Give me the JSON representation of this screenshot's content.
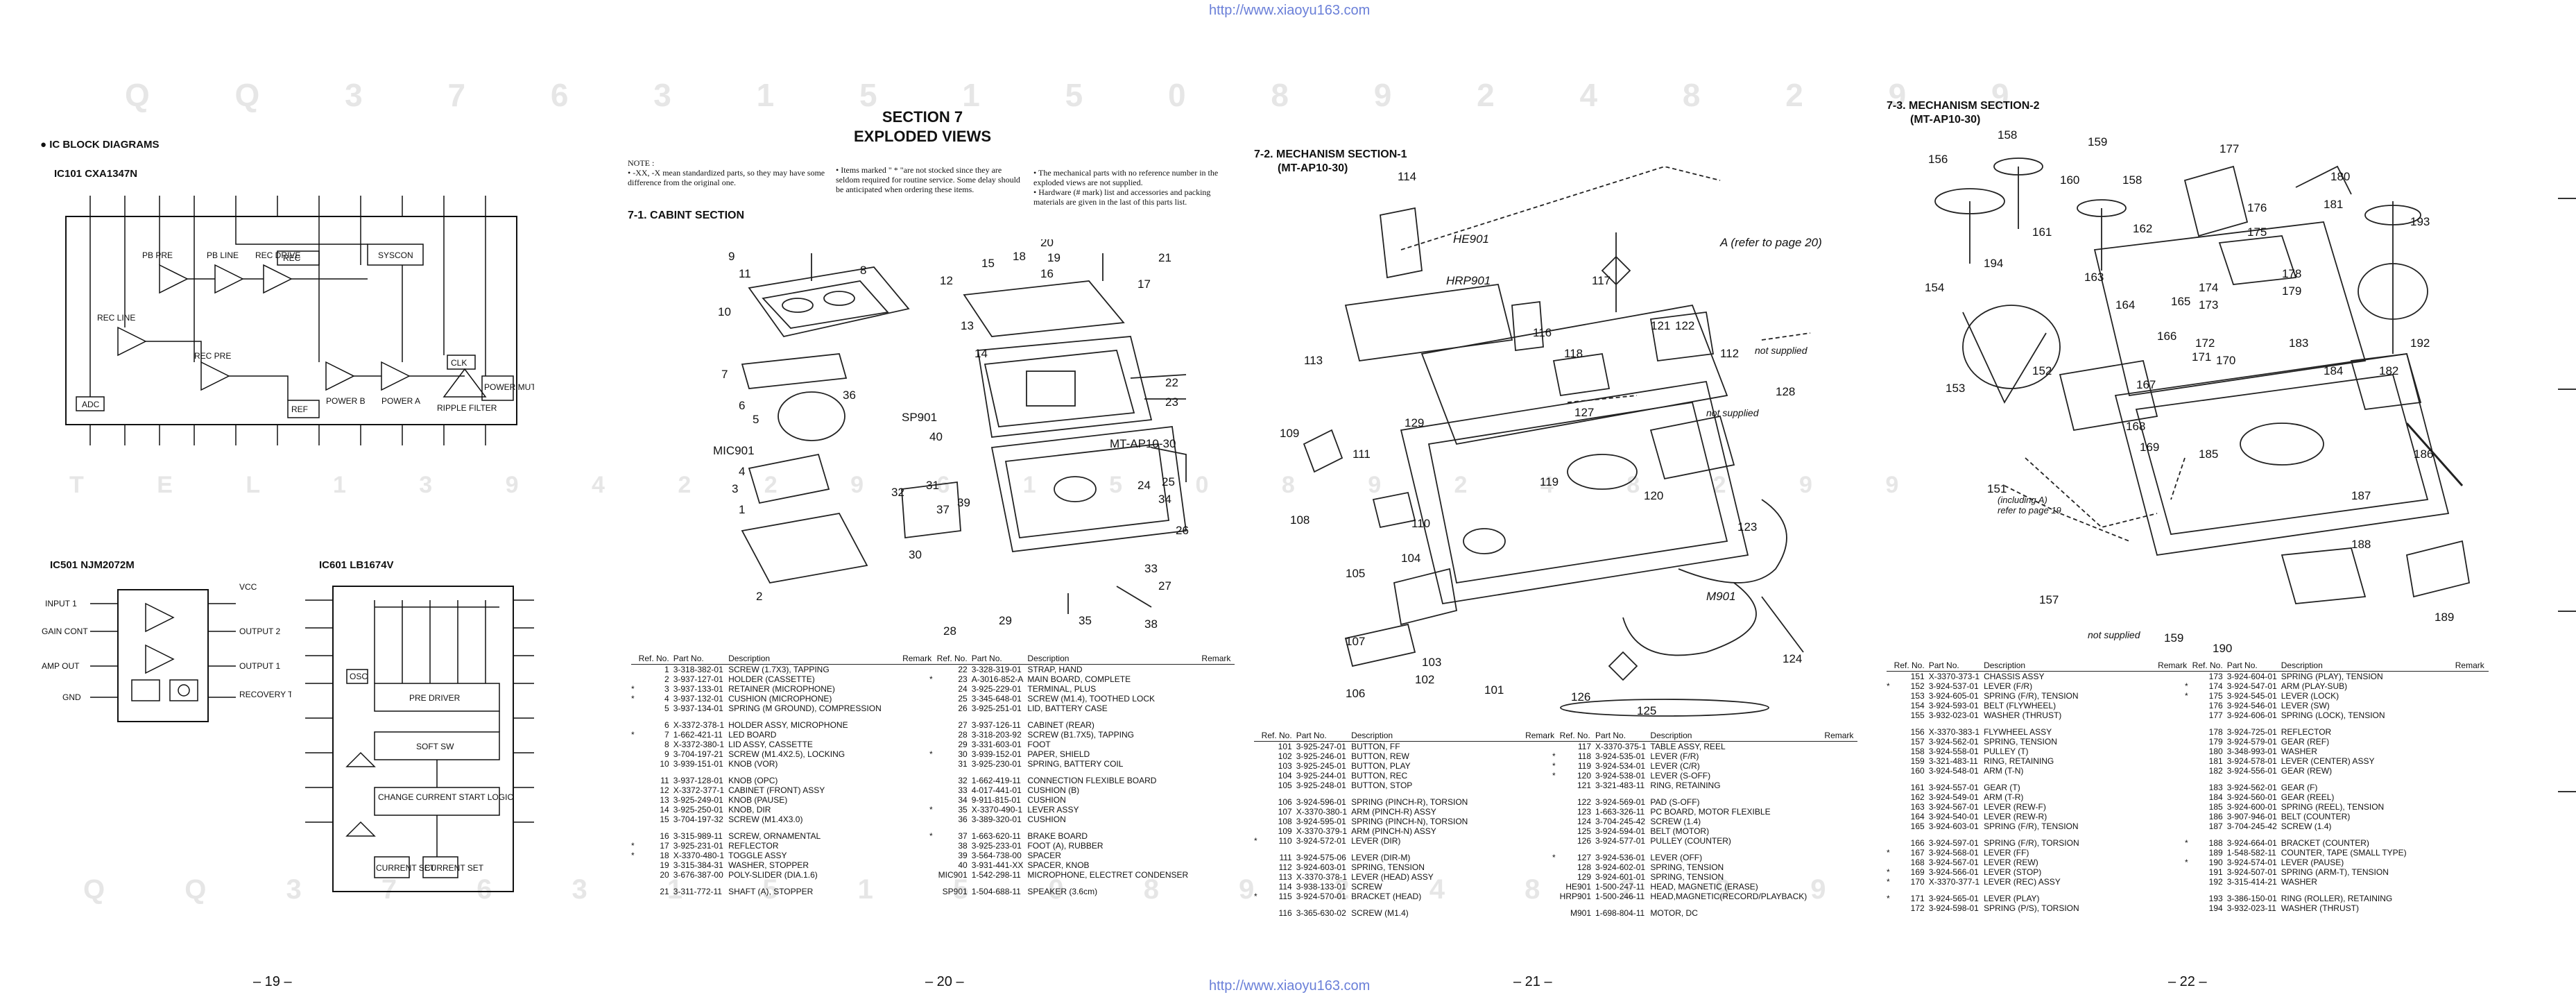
{
  "watermark_top": "http://www.xiaoyu163.com",
  "watermark_bottom": "http://www.xiaoyu163.com",
  "background_code_row1": "Q Q 3 7 6 3 1 5 1 5 0 8 9 2 4 8 2 9 9",
  "background_code_row2": "T E L 1 3 9 4 2 2 9 6 1 5 0 8 9 2 4 8 2 9 9",
  "page19": {
    "heading": "IC BLOCK DIAGRAMS",
    "ic101_title": "IC101 CXA1347N",
    "ic501_title": "IC501 NJM2072M",
    "ic601_title": "IC601 LB1674V",
    "ic101_blocks": [
      "PB PRE",
      "PB LINE",
      "REC DRIVE",
      "REC",
      "SYSCON",
      "REC LINE",
      "REC PRE",
      "REF",
      "POWER B",
      "POWER A",
      "CLK",
      "RIPPLE FILTER",
      "POWER MUTE",
      "ADC"
    ],
    "ic501_pins": [
      "INPUT 1",
      "GAIN CONT",
      "AMP OUT",
      "GND",
      "VCC",
      "OUTPUT 2",
      "OUTPUT 1",
      "RECOVERY TIME CAP"
    ],
    "ic601_blocks": [
      "PRE DRIVER",
      "SOFT SW",
      "OSC",
      "CHANGE CURRENT START LOGIC",
      "CURRENT SET",
      "CURRENT SET"
    ],
    "page_number": "– 19 –"
  },
  "page20": {
    "section": "SECTION 7",
    "section_title": "EXPLODED VIEWS",
    "note_head": "NOTE :",
    "note1": "• -XX, -X mean standardized parts, so they may have some difference from the original one.",
    "note2": "• Items marked \" * \"are not stocked since they are seldom required for routine service. Some delay should be anticipated when ordering these items.",
    "note3": "• The mechanical parts with no reference number in the exploded views are not supplied.",
    "note4": "• Hardware (# mark) list and accessories and packing materials are given in the last of this parts list.",
    "subsection": "7-1. CABINT SECTION",
    "fig_labels": [
      "8",
      "9",
      "11",
      "10",
      "7",
      "36",
      "6",
      "5",
      "4",
      "3",
      "MIC901",
      "1",
      "2",
      "15",
      "18",
      "20",
      "19",
      "16",
      "21",
      "17",
      "12",
      "13",
      "14",
      "22",
      "23",
      "SP901",
      "40",
      "MT-AP10-30",
      "31",
      "39",
      "37",
      "30",
      "32",
      "24",
      "34",
      "25",
      "26",
      "27",
      "33",
      "28",
      "29",
      "38",
      "35"
    ],
    "page_number": "– 20 –"
  },
  "page21": {
    "subsection": "7-2. MECHANISM SECTION-1",
    "subsection2": "(MT-AP10-30)",
    "fig_labels": [
      "114",
      "HE901",
      "HRP901",
      "113",
      "A (refer to page 20)",
      "117",
      "116",
      "118",
      "121",
      "122",
      "112",
      "not supplied",
      "not supplied",
      "128",
      "127",
      "109",
      "129",
      "111",
      "110",
      "119",
      "120",
      "108",
      "105",
      "104",
      "107",
      "103",
      "102",
      "101",
      "106",
      "M901",
      "123",
      "124",
      "126",
      "125"
    ],
    "page_number": "– 21 –"
  },
  "page22": {
    "subsection": "7-3. MECHANISM SECTION-2",
    "subsection2": "(MT-AP10-30)",
    "fig_labels": [
      "156",
      "158",
      "159",
      "160",
      "161",
      "158",
      "177",
      "176",
      "175",
      "162",
      "163",
      "164",
      "165",
      "166",
      "194",
      "154",
      "153",
      "152",
      "167",
      "168",
      "169",
      "170",
      "171",
      "172",
      "173",
      "174",
      "178",
      "179",
      "180",
      "181",
      "183",
      "184",
      "182",
      "192",
      "193",
      "186",
      "187",
      "188",
      "189",
      "185",
      "151",
      "157",
      "not supplied",
      "190",
      "159",
      "refer to page 19",
      "(including A)"
    ],
    "page_number": "– 22 –"
  },
  "table_headers": {
    "ref": "Ref. No.",
    "part": "Part No.",
    "desc": "Description",
    "remark": "Remark"
  },
  "parts_p20_left": [
    [
      "",
      "1",
      "3-318-382-01",
      "SCREW (1.7X3), TAPPING"
    ],
    [
      "",
      "2",
      "3-937-127-01",
      "HOLDER (CASSETTE)"
    ],
    [
      "*",
      "3",
      "3-937-133-01",
      "RETAINER (MICROPHONE)"
    ],
    [
      "*",
      "4",
      "3-937-132-01",
      "CUSHION (MICROPHONE)"
    ],
    [
      "",
      "5",
      "3-937-134-01",
      "SPRING (M GROUND), COMPRESSION"
    ],
    [
      "gap"
    ],
    [
      "",
      "6",
      "X-3372-378-1",
      "HOLDER ASSY, MICROPHONE"
    ],
    [
      "*",
      "7",
      "1-662-421-11",
      "LED BOARD"
    ],
    [
      "",
      "8",
      "X-3372-380-1",
      "LID ASSY, CASSETTE"
    ],
    [
      "",
      "9",
      "3-704-197-21",
      "SCREW (M1.4X2.5), LOCKING"
    ],
    [
      "",
      "10",
      "3-939-151-01",
      "KNOB (VOR)"
    ],
    [
      "gap"
    ],
    [
      "",
      "11",
      "3-937-128-01",
      "KNOB (OPC)"
    ],
    [
      "",
      "12",
      "X-3372-377-1",
      "CABINET (FRONT) ASSY"
    ],
    [
      "",
      "13",
      "3-925-249-01",
      "KNOB (PAUSE)"
    ],
    [
      "",
      "14",
      "3-925-250-01",
      "KNOB, DIR"
    ],
    [
      "",
      "15",
      "3-704-197-32",
      "SCREW (M1.4X3.0)"
    ],
    [
      "gap"
    ],
    [
      "",
      "16",
      "3-315-989-11",
      "SCREW, ORNAMENTAL"
    ],
    [
      "*",
      "17",
      "3-925-231-01",
      "REFLECTOR"
    ],
    [
      "*",
      "18",
      "X-3370-480-1",
      "TOGGLE ASSY"
    ],
    [
      "",
      "19",
      "3-315-384-31",
      "WASHER, STOPPER"
    ],
    [
      "",
      "20",
      "3-676-387-00",
      "POLY-SLIDER (DIA.1.6)"
    ],
    [
      "gap"
    ],
    [
      "",
      "21",
      "3-311-772-11",
      "SHAFT (A), STOPPER"
    ]
  ],
  "parts_p20_right": [
    [
      "",
      "22",
      "3-328-319-01",
      "STRAP, HAND"
    ],
    [
      "*",
      "23",
      "A-3016-852-A",
      "MAIN BOARD, COMPLETE"
    ],
    [
      "",
      "24",
      "3-925-229-01",
      "TERMINAL, PLUS"
    ],
    [
      "",
      "25",
      "3-345-648-01",
      "SCREW (M1.4), TOOTHED LOCK"
    ],
    [
      "",
      "26",
      "3-925-251-01",
      "LID, BATTERY CASE"
    ],
    [
      "gap"
    ],
    [
      "",
      "27",
      "3-937-126-11",
      "CABINET (REAR)"
    ],
    [
      "",
      "28",
      "3-318-203-92",
      "SCREW (B1.7X5), TAPPING"
    ],
    [
      "",
      "29",
      "3-331-603-01",
      "FOOT"
    ],
    [
      "*",
      "30",
      "3-939-152-01",
      "PAPER, SHIELD"
    ],
    [
      "",
      "31",
      "3-925-230-01",
      "SPRING, BATTERY COIL"
    ],
    [
      "gap"
    ],
    [
      "",
      "32",
      "1-662-419-11",
      "CONNECTION FLEXIBLE BOARD"
    ],
    [
      "",
      "33",
      "4-017-441-01",
      "CUSHION (B)"
    ],
    [
      "",
      "34",
      "9-911-815-01",
      "CUSHION"
    ],
    [
      "*",
      "35",
      "X-3370-490-1",
      "LEVER ASSY"
    ],
    [
      "",
      "36",
      "3-389-320-01",
      "CUSHION"
    ],
    [
      "gap"
    ],
    [
      "*",
      "37",
      "1-663-620-11",
      "BRAKE BOARD"
    ],
    [
      "",
      "38",
      "3-925-233-01",
      "FOOT (A), RUBBER"
    ],
    [
      "",
      "39",
      "3-564-738-00",
      "SPACER"
    ],
    [
      "",
      "40",
      "3-931-441-XX",
      "SPACER, KNOB"
    ],
    [
      "",
      "MIC901",
      "1-542-298-11",
      "MICROPHONE, ELECTRET CONDENSER"
    ],
    [
      "gap"
    ],
    [
      "",
      "SP901",
      "1-504-688-11",
      "SPEAKER (3.6cm)"
    ]
  ],
  "parts_p21_left": [
    [
      "",
      "101",
      "3-925-247-01",
      "BUTTON, FF"
    ],
    [
      "",
      "102",
      "3-925-246-01",
      "BUTTON, REW"
    ],
    [
      "",
      "103",
      "3-925-245-01",
      "BUTTON, PLAY"
    ],
    [
      "",
      "104",
      "3-925-244-01",
      "BUTTON, REC"
    ],
    [
      "",
      "105",
      "3-925-248-01",
      "BUTTON, STOP"
    ],
    [
      "gap"
    ],
    [
      "",
      "106",
      "3-924-596-01",
      "SPRING (PINCH-R), TORSION"
    ],
    [
      "",
      "107",
      "X-3370-380-1",
      "ARM (PINCH-R) ASSY"
    ],
    [
      "",
      "108",
      "3-924-595-01",
      "SPRING (PINCH-N), TORSION"
    ],
    [
      "",
      "109",
      "X-3370-379-1",
      "ARM (PINCH-N) ASSY"
    ],
    [
      "*",
      "110",
      "3-924-572-01",
      "LEVER (DIR)"
    ],
    [
      "gap"
    ],
    [
      "",
      "111",
      "3-924-575-06",
      "LEVER (DIR-M)"
    ],
    [
      "",
      "112",
      "3-924-603-01",
      "SPRING, TENSION"
    ],
    [
      "",
      "113",
      "X-3370-378-1",
      "LEVER (HEAD) ASSY"
    ],
    [
      "",
      "114",
      "3-938-133-01",
      "SCREW"
    ],
    [
      "*",
      "115",
      "3-924-570-01",
      "BRACKET (HEAD)"
    ],
    [
      "gap"
    ],
    [
      "",
      "116",
      "3-365-630-02",
      "SCREW (M1.4)"
    ]
  ],
  "parts_p21_right": [
    [
      "",
      "117",
      "X-3370-375-1",
      "TABLE ASSY, REEL"
    ],
    [
      "*",
      "118",
      "3-924-535-01",
      "LEVER (F/R)"
    ],
    [
      "*",
      "119",
      "3-924-534-01",
      "LEVER (C/R)"
    ],
    [
      "*",
      "120",
      "3-924-538-01",
      "LEVER (S-OFF)"
    ],
    [
      "",
      "121",
      "3-321-483-11",
      "RING, RETAINING"
    ],
    [
      "gap"
    ],
    [
      "",
      "122",
      "3-924-569-01",
      "PAD (S-OFF)"
    ],
    [
      "",
      "123",
      "1-663-326-11",
      "PC BOARD, MOTOR FLEXIBLE"
    ],
    [
      "",
      "124",
      "3-704-245-42",
      "SCREW (1.4)"
    ],
    [
      "",
      "125",
      "3-924-594-01",
      "BELT (MOTOR)"
    ],
    [
      "",
      "126",
      "3-924-577-01",
      "PULLEY (COUNTER)"
    ],
    [
      "gap"
    ],
    [
      "*",
      "127",
      "3-924-536-01",
      "LEVER (OFF)"
    ],
    [
      "",
      "128",
      "3-924-602-01",
      "SPRING, TENSION"
    ],
    [
      "",
      "129",
      "3-924-601-01",
      "SPRING, TENSION"
    ],
    [
      "",
      "HE901",
      "1-500-247-11",
      "HEAD, MAGNETIC (ERASE)"
    ],
    [
      "",
      "HRP901",
      "1-500-246-11",
      "HEAD,MAGNETIC(RECORD/PLAYBACK)"
    ],
    [
      "gap"
    ],
    [
      "",
      "M901",
      "1-698-804-11",
      "MOTOR, DC"
    ]
  ],
  "parts_p22_left": [
    [
      "",
      "151",
      "X-3370-373-1",
      "CHASSIS ASSY"
    ],
    [
      "*",
      "152",
      "3-924-537-01",
      "LEVER (F/R)"
    ],
    [
      "",
      "153",
      "3-924-605-01",
      "SPRING (F/R), TENSION"
    ],
    [
      "",
      "154",
      "3-924-593-01",
      "BELT (FLYWHEEL)"
    ],
    [
      "",
      "155",
      "3-932-023-01",
      "WASHER (THRUST)"
    ],
    [
      "gap"
    ],
    [
      "",
      "156",
      "X-3370-383-1",
      "FLYWHEEL ASSY"
    ],
    [
      "",
      "157",
      "3-924-562-01",
      "SPRING, TENSION"
    ],
    [
      "",
      "158",
      "3-924-558-01",
      "PULLEY (T)"
    ],
    [
      "",
      "159",
      "3-321-483-11",
      "RING, RETAINING"
    ],
    [
      "",
      "160",
      "3-924-548-01",
      "ARM (T-N)"
    ],
    [
      "gap"
    ],
    [
      "",
      "161",
      "3-924-557-01",
      "GEAR (T)"
    ],
    [
      "",
      "162",
      "3-924-549-01",
      "ARM (T-R)"
    ],
    [
      "",
      "163",
      "3-924-567-01",
      "LEVER (REW-F)"
    ],
    [
      "",
      "164",
      "3-924-540-01",
      "LEVER (REW-R)"
    ],
    [
      "",
      "165",
      "3-924-603-01",
      "SPRING (F/R), TENSION"
    ],
    [
      "gap"
    ],
    [
      "",
      "166",
      "3-924-597-01",
      "SPRING (F/R), TORSION"
    ],
    [
      "*",
      "167",
      "3-924-568-01",
      "LEVER (FF)"
    ],
    [
      "",
      "168",
      "3-924-567-01",
      "LEVER (REW)"
    ],
    [
      "*",
      "169",
      "3-924-566-01",
      "LEVER (STOP)"
    ],
    [
      "*",
      "170",
      "X-3370-377-1",
      "LEVER (REC) ASSY"
    ],
    [
      "gap"
    ],
    [
      "*",
      "171",
      "3-924-565-01",
      "LEVER (PLAY)"
    ],
    [
      "",
      "172",
      "3-924-598-01",
      "SPRING (P/S), TORSION"
    ]
  ],
  "parts_p22_right": [
    [
      "",
      "173",
      "3-924-604-01",
      "SPRING (PLAY), TENSION"
    ],
    [
      "*",
      "174",
      "3-924-547-01",
      "ARM (PLAY-SUB)"
    ],
    [
      "*",
      "175",
      "3-924-545-01",
      "LEVER (LOCK)"
    ],
    [
      "",
      "176",
      "3-924-546-01",
      "LEVER (SW)"
    ],
    [
      "",
      "177",
      "3-924-606-01",
      "SPRING (LOCK), TENSION"
    ],
    [
      "gap"
    ],
    [
      "",
      "178",
      "3-924-725-01",
      "REFLECTOR"
    ],
    [
      "",
      "179",
      "3-924-579-01",
      "GEAR (REF)"
    ],
    [
      "",
      "180",
      "3-348-993-01",
      "WASHER"
    ],
    [
      "",
      "181",
      "3-924-578-01",
      "LEVER (CENTER) ASSY"
    ],
    [
      "",
      "182",
      "3-924-556-01",
      "GEAR (REW)"
    ],
    [
      "gap"
    ],
    [
      "",
      "183",
      "3-924-562-01",
      "GEAR (F)"
    ],
    [
      "",
      "184",
      "3-924-560-01",
      "GEAR (REEL)"
    ],
    [
      "",
      "185",
      "3-924-600-01",
      "SPRING (REEL), TENSION"
    ],
    [
      "",
      "186",
      "3-907-946-01",
      "BELT (COUNTER)"
    ],
    [
      "",
      "187",
      "3-704-245-42",
      "SCREW (1.4)"
    ],
    [
      "gap"
    ],
    [
      "*",
      "188",
      "3-924-664-01",
      "BRACKET (COUNTER)"
    ],
    [
      "",
      "189",
      "1-548-582-11",
      "COUNTER, TAPE (SMALL TYPE)"
    ],
    [
      "*",
      "190",
      "3-924-574-01",
      "LEVER (PAUSE)"
    ],
    [
      "",
      "191",
      "3-924-507-01",
      "SPRING (ARM-T), TENSION"
    ],
    [
      "",
      "192",
      "3-315-414-21",
      "WASHER"
    ],
    [
      "gap"
    ],
    [
      "",
      "193",
      "3-386-150-01",
      "RING (ROLLER), RETAINING"
    ],
    [
      "",
      "194",
      "3-932-023-11",
      "WASHER (THRUST)"
    ]
  ]
}
